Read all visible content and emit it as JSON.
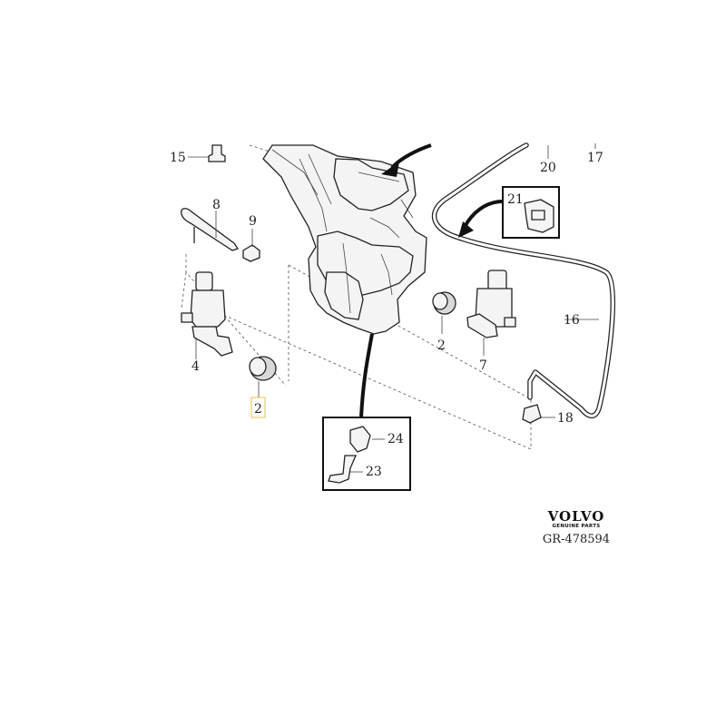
{
  "diagram": {
    "callouts": {
      "c15": "15",
      "c8": "8",
      "c9": "9",
      "c4": "4",
      "c2a": "2",
      "c2b": "2",
      "c7": "7",
      "c20": "20",
      "c17": "17",
      "c21": "21",
      "c16": "16",
      "c18": "18",
      "c24": "24",
      "c23": "23"
    },
    "highlight_color": "#e8c547"
  },
  "brand": {
    "name": "VOLVO",
    "subtitle": "GENUINE PARTS",
    "reference": "GR-478594"
  }
}
